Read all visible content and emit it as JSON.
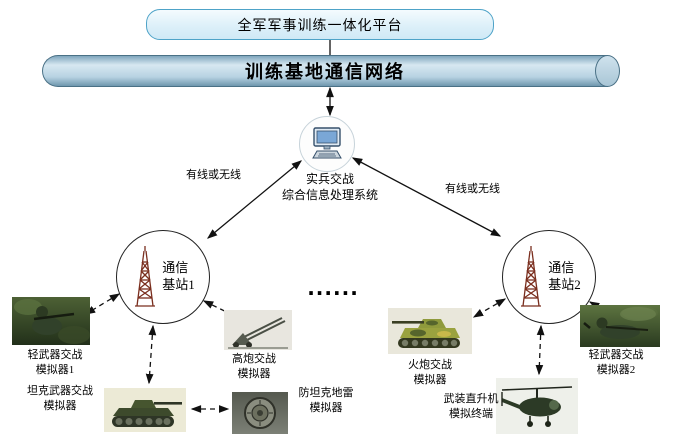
{
  "platform": {
    "label": "全军军事训练一体化平台"
  },
  "network": {
    "label": "训练基地通信网络"
  },
  "processor": {
    "label": "实兵交战\n综合信息处理系统"
  },
  "links": {
    "left": "有线或无线",
    "right": "有线或无线"
  },
  "stations": [
    {
      "label": "通信\n基站1"
    },
    {
      "label": "通信\n基站2"
    }
  ],
  "separator": "......",
  "simulators": [
    {
      "label": "轻武器交战\n模拟器1",
      "icon": "soldier-photo"
    },
    {
      "label": "坦克武器交战\n模拟器",
      "icon": "tank-photo"
    },
    {
      "label": "高炮交战\n模拟器",
      "icon": "anti-air-gun-photo"
    },
    {
      "label": "防坦克地雷\n模拟器",
      "icon": "mine-photo"
    },
    {
      "label": "火炮交战\n模拟器",
      "icon": "artillery-photo"
    },
    {
      "label": "武装直升机\n模拟终端",
      "icon": "helicopter-photo"
    },
    {
      "label": "轻武器交战\n模拟器2",
      "icon": "soldier-photo"
    }
  ],
  "colors": {
    "platform_fill": "#ddf0f9",
    "platform_border": "#4ea3c8",
    "cylinder_fill": "#b7d2e2",
    "cylinder_border": "#4a7186",
    "tower_red": "#7a2e1e",
    "line_black": "#111111"
  }
}
